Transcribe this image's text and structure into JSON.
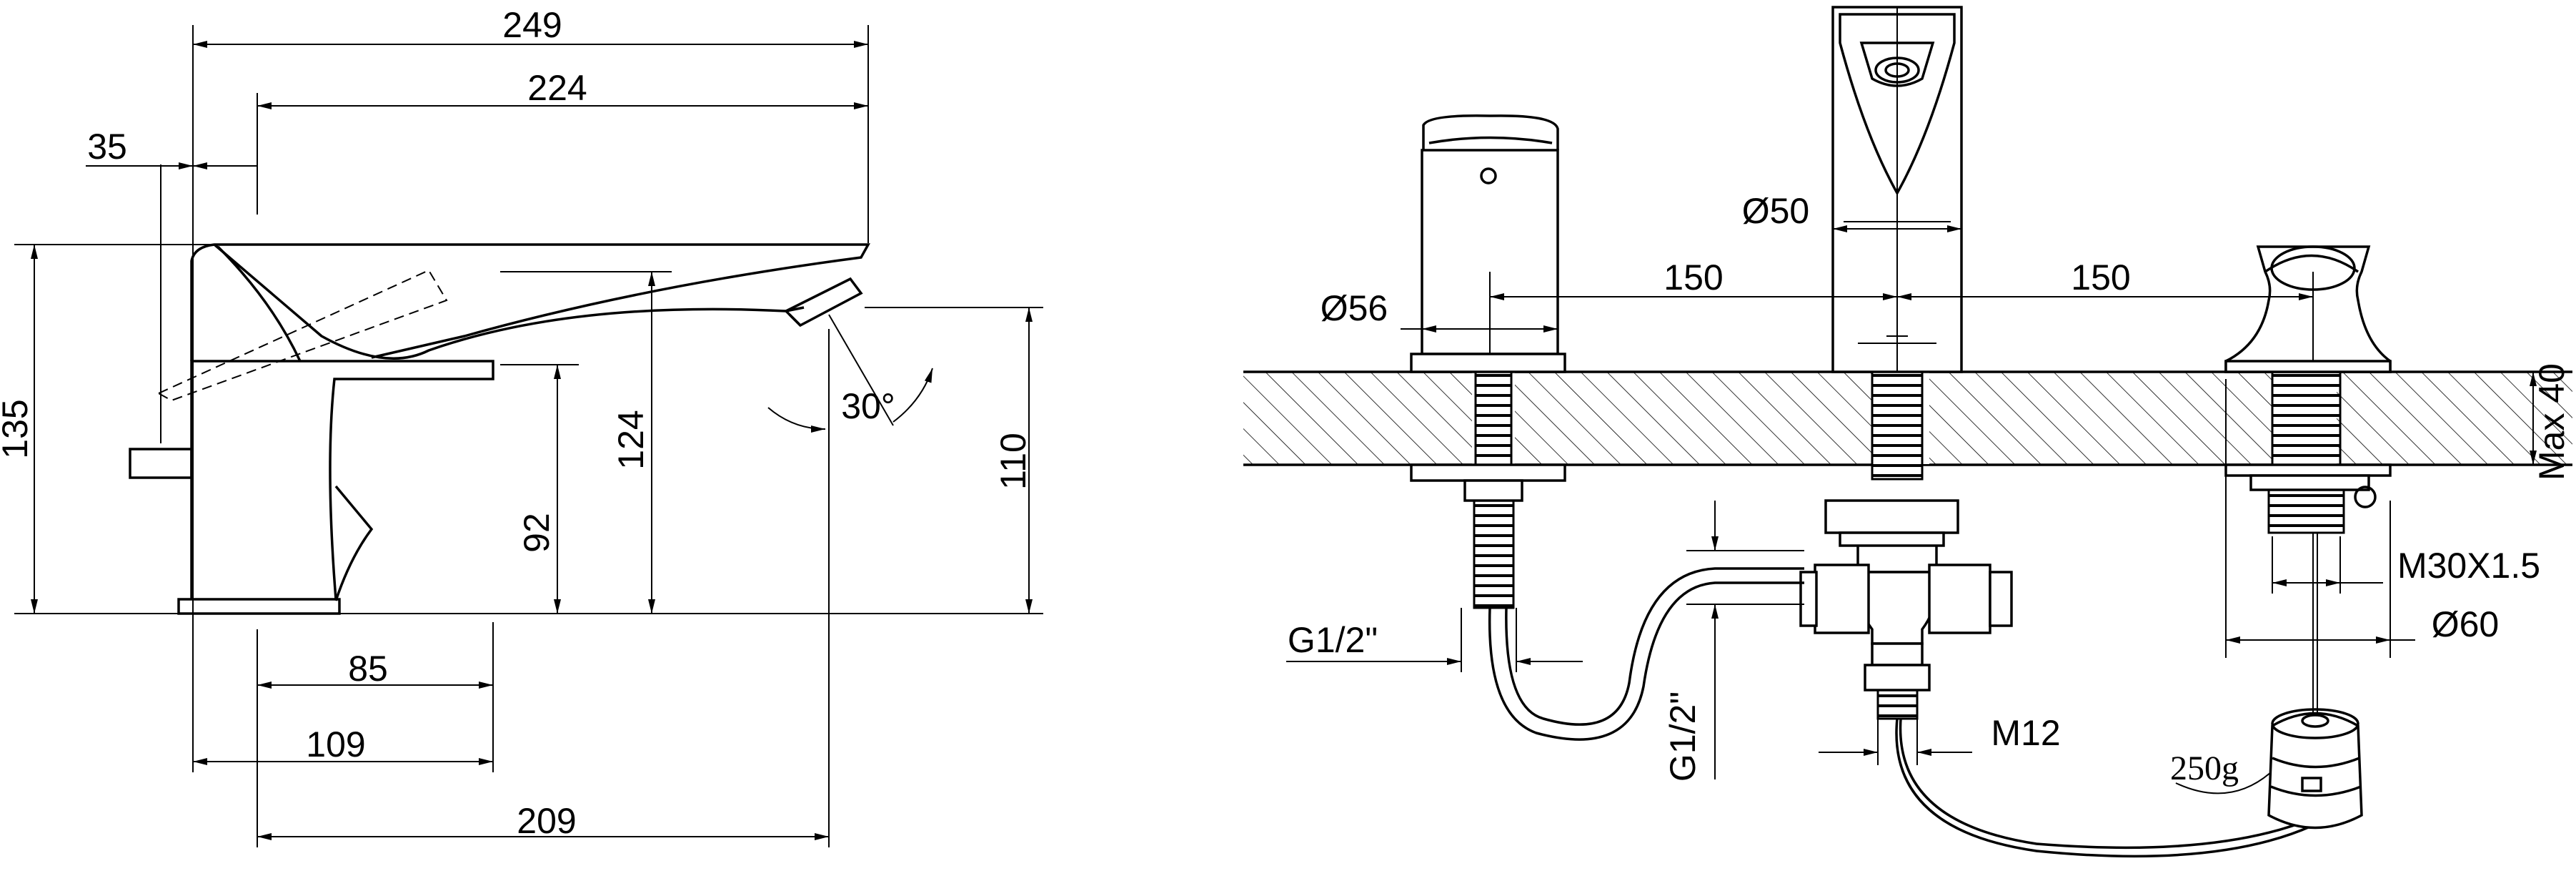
{
  "left_view": {
    "dims": {
      "overall_length": "249",
      "spout_length": "224",
      "lever_offset": "35",
      "height_total": "135",
      "height_spout_top": "124",
      "height_body": "92",
      "height_outlet": "110",
      "outlet_angle": "30°",
      "base_width": "85",
      "base_to_spout": "109",
      "base_to_tip": "209"
    }
  },
  "right_view": {
    "dims": {
      "handle_diameter": "Ø56",
      "spout_diameter": "Ø50",
      "spacing_left": "150",
      "spacing_right": "150",
      "deck_max": "Max 40",
      "thread_main": "M30X1.5",
      "escutcheon_diameter": "Ø60",
      "inlet_left": "G1/2\"",
      "inlet_bottom": "G1/2\"",
      "thread_small": "M12",
      "weight": "250g"
    }
  },
  "colors": {
    "line": "#000000",
    "background": "#ffffff"
  }
}
